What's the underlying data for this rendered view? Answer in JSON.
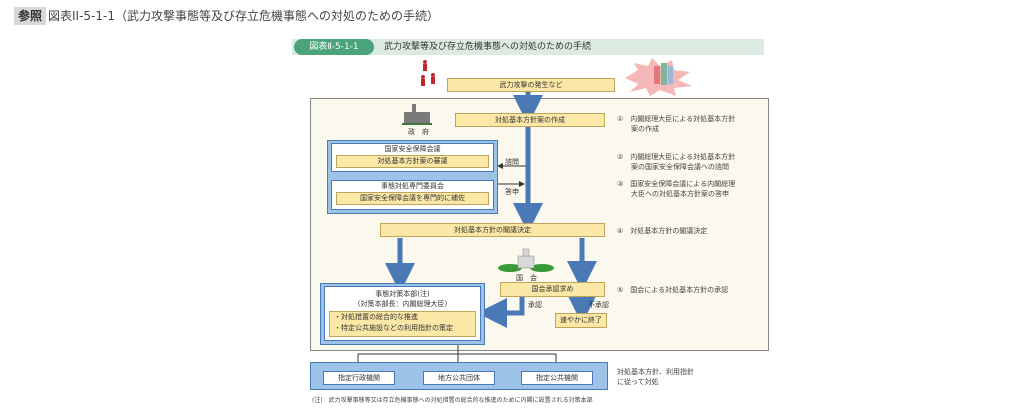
{
  "header": {
    "ref_tag": "参照",
    "title": "図表II-5-1-1（武力攻撃事態等及び存立危機事態への対処のための手続）"
  },
  "figure": {
    "number": "図表Ⅱ-5-1-1",
    "title": "武力攻撃等及び存立危機事態への対処のための手続"
  },
  "flow": {
    "start": "武力攻撃の発生など",
    "government_label": "政　府",
    "draft": "対処基本方針案の作成",
    "nsc_title": "国家安全保障会議",
    "nsc_task": "対処基本方針案の審議",
    "committee_title": "事態対処専門委員会",
    "committee_task": "国家安全保障会議を専門的に補佐",
    "consult": "諮問",
    "report": "答申",
    "cabinet_decision": "対処基本方針の閣議決定",
    "diet_label": "国　会",
    "diet_approval": "国会承認求め",
    "approved": "承認",
    "not_approved": "不承認",
    "terminate": "速やかに終了",
    "hq_title": "事態対策本部(注)",
    "hq_sub": "(対策本部長：内閣総理大臣)",
    "hq_task1": "・対処措置の総合的な推進",
    "hq_task2": "・特定公共施設などの利用指針の策定",
    "org1": "指定行政機関",
    "org2": "地方公共団体",
    "org3": "指定公共機関",
    "orgs_note_1": "対処基本方針、利用指針",
    "orgs_note_2": "に従って対処"
  },
  "steps": [
    {
      "num": "①",
      "line1": "内閣総理大臣による対処基本方針",
      "line2": "案の作成"
    },
    {
      "num": "②",
      "line1": "内閣総理大臣による対処基本方針",
      "line2": "案の国家安全保障会議への諮問"
    },
    {
      "num": "③",
      "line1": "国家安全保障会議による内閣総理",
      "line2": "大臣への対処基本方針案の答申"
    },
    {
      "num": "④",
      "line1": "対処基本方針の閣議決定",
      "line2": ""
    },
    {
      "num": "⑤",
      "line1": "国会による対処基本方針の承認",
      "line2": ""
    }
  ],
  "footnote": "(注)　武力攻撃事態等又は存立危機事態への対処措置の総合的な推進のために内閣に設置される対策本部",
  "colors": {
    "accent_green": "#4aa37a",
    "band_green": "#dcebe2",
    "box_yellow": "#fbe7a6",
    "box_blue": "#9dc3e8",
    "arrow_blue": "#4a79b6"
  }
}
